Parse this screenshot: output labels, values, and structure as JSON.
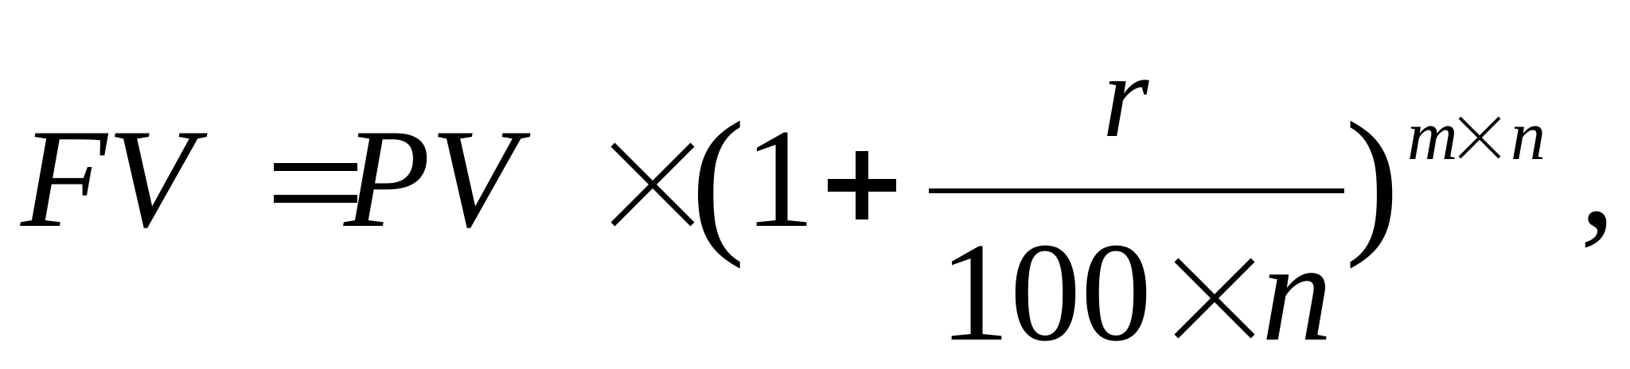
{
  "formula": {
    "lhs": "FV",
    "equals": "=",
    "pv": "PV",
    "times": "×",
    "open_paren": "(",
    "one": "1",
    "plus": "+",
    "numerator": "r",
    "denominator_number": "100",
    "denominator_var": "n",
    "close_paren": ")",
    "exponent_m": "m",
    "exponent_n": "n",
    "trailing_comma": ","
  }
}
